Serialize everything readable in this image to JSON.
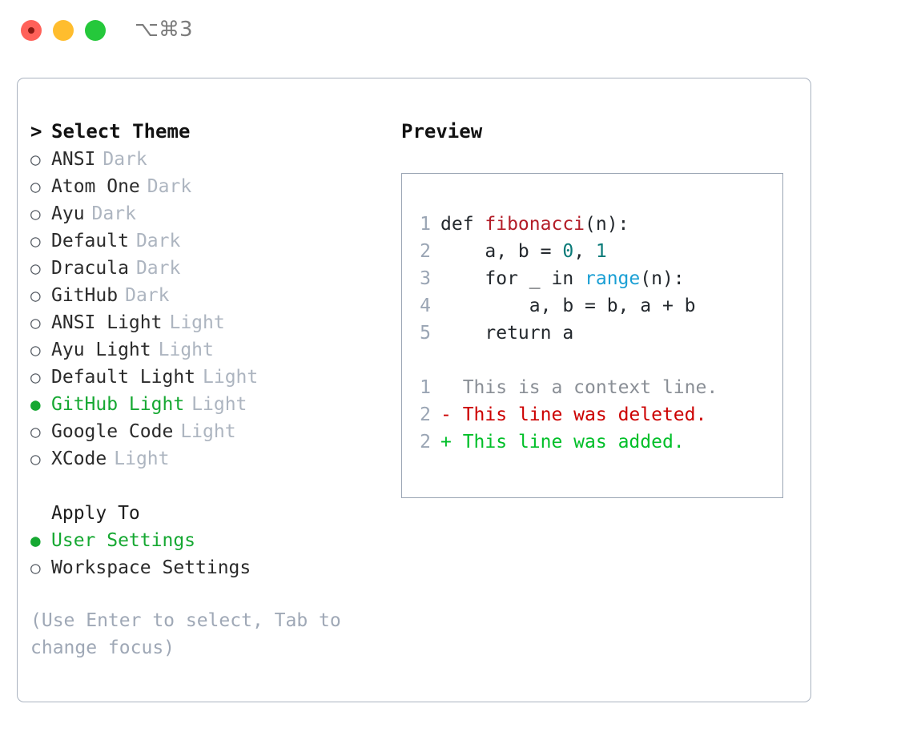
{
  "titlebar": {
    "shortcut": "⌥⌘3",
    "lights": [
      {
        "name": "close",
        "color": "#ff6159"
      },
      {
        "name": "minimize",
        "color": "#ffbd2e"
      },
      {
        "name": "maximize",
        "color": "#25c83b"
      }
    ]
  },
  "theme_picker": {
    "header_prefix": ">",
    "header": "Select Theme",
    "selected_bullet": "●",
    "unselected_bullet": "○",
    "items": [
      {
        "label": "ANSI",
        "badge": "Dark",
        "selected": false
      },
      {
        "label": "Atom One",
        "badge": "Dark",
        "selected": false
      },
      {
        "label": "Ayu",
        "badge": "Dark",
        "selected": false
      },
      {
        "label": "Default",
        "badge": "Dark",
        "selected": false
      },
      {
        "label": "Dracula",
        "badge": "Dark",
        "selected": false
      },
      {
        "label": "GitHub",
        "badge": "Dark",
        "selected": false
      },
      {
        "label": "ANSI Light",
        "badge": "Light",
        "selected": false
      },
      {
        "label": "Ayu Light",
        "badge": "Light",
        "selected": false
      },
      {
        "label": "Default Light",
        "badge": "Light",
        "selected": false
      },
      {
        "label": "GitHub Light",
        "badge": "Light",
        "selected": true
      },
      {
        "label": "Google Code",
        "badge": "Light",
        "selected": false
      },
      {
        "label": "XCode",
        "badge": "Light",
        "selected": false
      }
    ]
  },
  "apply_to": {
    "title": "Apply To",
    "items": [
      {
        "label": "User Settings",
        "selected": true
      },
      {
        "label": "Workspace Settings",
        "selected": false
      }
    ]
  },
  "hint": "(Use Enter to select, Tab to change focus)",
  "preview": {
    "title": "Preview",
    "code_lines": [
      {
        "num": "1",
        "tokens": [
          {
            "text": "def ",
            "type": "plain"
          },
          {
            "text": "fibonacci",
            "type": "func"
          },
          {
            "text": "(n):",
            "type": "plain"
          }
        ]
      },
      {
        "num": "2",
        "tokens": [
          {
            "text": "    a, b = ",
            "type": "plain"
          },
          {
            "text": "0",
            "type": "num"
          },
          {
            "text": ", ",
            "type": "plain"
          },
          {
            "text": "1",
            "type": "num"
          }
        ]
      },
      {
        "num": "3",
        "tokens": [
          {
            "text": "    for _ in ",
            "type": "plain"
          },
          {
            "text": "range",
            "type": "call"
          },
          {
            "text": "(n):",
            "type": "plain"
          }
        ]
      },
      {
        "num": "4",
        "tokens": [
          {
            "text": "        a, b = b, a + b",
            "type": "plain"
          }
        ]
      },
      {
        "num": "5",
        "tokens": [
          {
            "text": "    return a",
            "type": "plain"
          }
        ]
      }
    ],
    "diff_lines": [
      {
        "num": "1",
        "marker": " ",
        "text": " This is a context line.",
        "type": "ctx"
      },
      {
        "num": "2",
        "marker": "-",
        "text": " This line was deleted.",
        "type": "del"
      },
      {
        "num": "2",
        "marker": "+",
        "text": " This line was added.",
        "type": "add"
      }
    ]
  },
  "colors": {
    "selected_green": "#16a832",
    "badge_gray": "#adb5c0",
    "hint_gray": "#9fa8b6",
    "border": "#aab3c0",
    "panel_border": "#9aa5b4",
    "func_red": "#b31d28",
    "number_teal": "#0a7a78",
    "call_blue": "#1a9fd4",
    "diff_del_red": "#cc0000",
    "diff_add_green": "#00bf28"
  }
}
